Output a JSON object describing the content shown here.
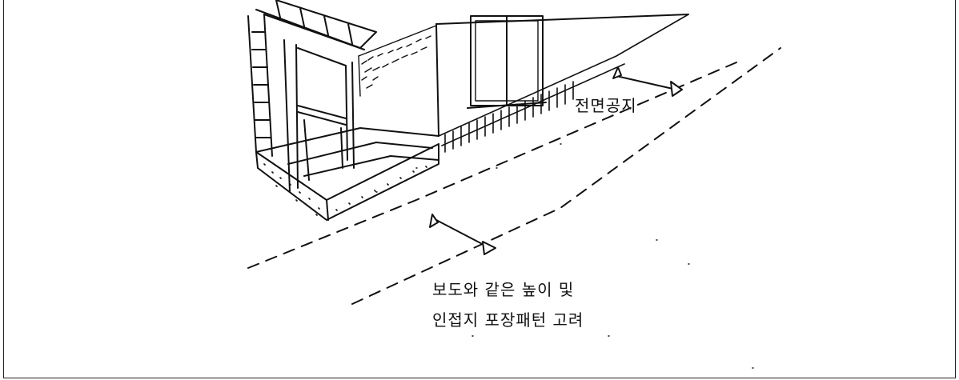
{
  "labels": {
    "front_space": "전면공지",
    "note_line1": "보도와 같은 높이 및",
    "note_line2": "인접지 포장패턴 고려"
  }
}
